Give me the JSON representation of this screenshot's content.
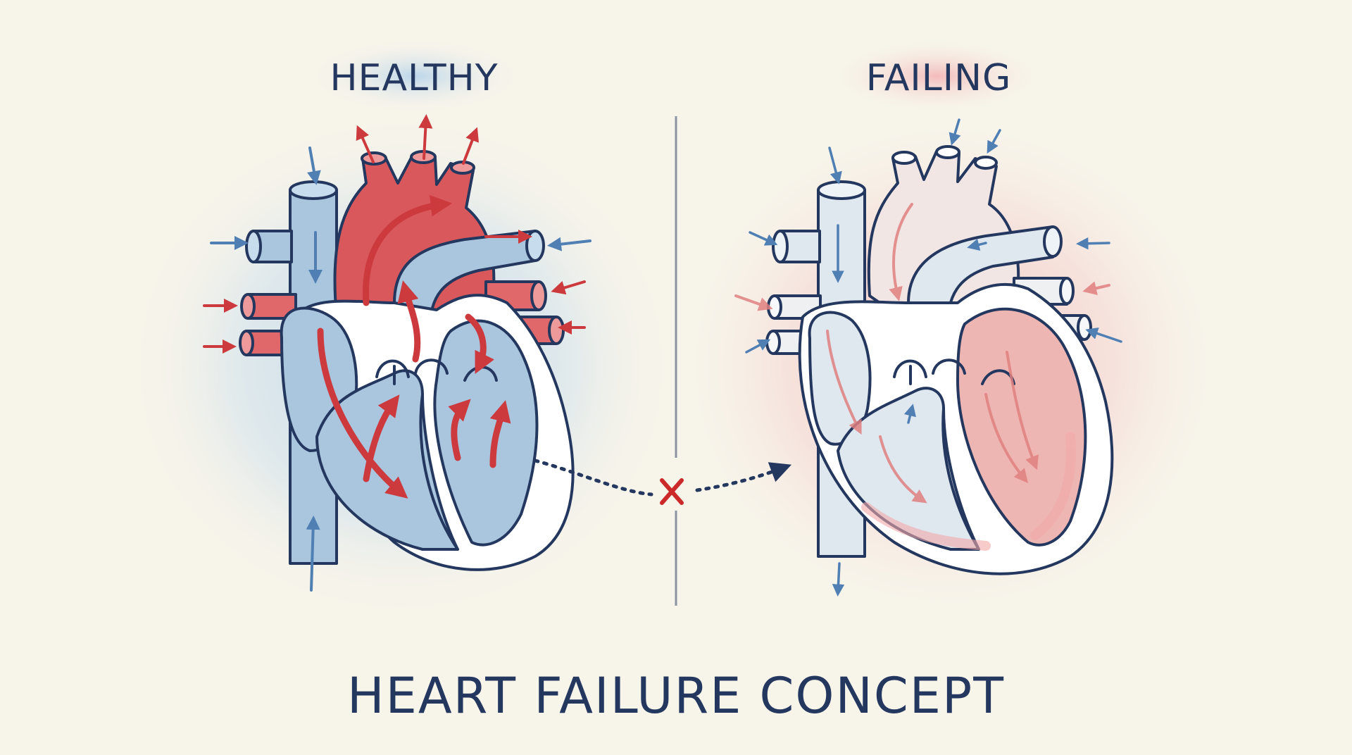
{
  "labels": {
    "healthy": "HEALTHY",
    "failing": "FAILING",
    "title": "HEART FAILURE CONCEPT"
  },
  "colors": {
    "background": "#f7f4ea",
    "outline": "#24375f",
    "healthy_blue": "#9ec1dc",
    "healthy_red": "#d84a4e",
    "failing_pale": "#dfe7ef",
    "failing_pink": "#eeb6b3",
    "arrow_blue": "#4f7fb3",
    "arrow_red": "#cc3a3e",
    "cross_red": "#cc2a2a",
    "divider": "#8b93a1"
  },
  "icons": {
    "transition": "dotted-arrow-icon",
    "blocked": "x-mark-icon"
  }
}
